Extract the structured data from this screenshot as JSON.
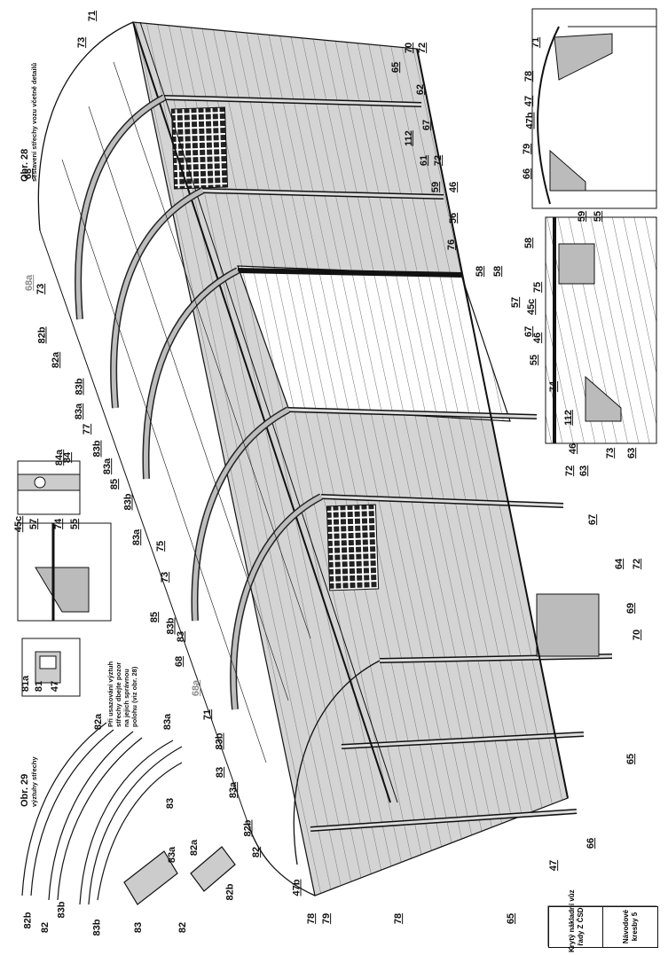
{
  "figure28": {
    "title": "Obr. 28",
    "subtitle": "sestavení střechy vozu včetně detailů"
  },
  "figure29": {
    "title": "Obr. 29",
    "subtitle": "výztuhy střechy"
  },
  "note": [
    "Při usazování výztuh",
    "střechy dbejte pozor",
    "na jejich správnou",
    "polohu (viz obr. 28)"
  ],
  "titleblock": {
    "left1": "Krytý nákladní vůz",
    "left2": "řady Z ČSD",
    "right1": "Návodové",
    "right2": "kresby 5"
  },
  "colors": {
    "panel": "#cfcfcf",
    "panel_dark": "#9a9a9a",
    "line": "#1a1a1a",
    "grey_label": "#8a8a8a"
  },
  "labels": [
    {
      "id": "71a",
      "t": "71"
    },
    {
      "id": "73a",
      "t": "73"
    },
    {
      "id": "70a",
      "t": "70"
    },
    {
      "id": "72a",
      "t": "72"
    },
    {
      "id": "65a",
      "t": "65"
    },
    {
      "id": "62a",
      "t": "62"
    },
    {
      "id": "67a",
      "t": "67"
    },
    {
      "id": "112a",
      "t": "112"
    },
    {
      "id": "61a",
      "t": "61"
    },
    {
      "id": "72b",
      "t": "72"
    },
    {
      "id": "59a",
      "t": "59"
    },
    {
      "id": "46a",
      "t": "46"
    },
    {
      "id": "56a",
      "t": "56"
    },
    {
      "id": "76a",
      "t": "76"
    },
    {
      "id": "58a",
      "t": "58"
    },
    {
      "id": "68a",
      "t": "68"
    },
    {
      "id": "68b",
      "t": "68a"
    },
    {
      "id": "73b",
      "t": "73"
    },
    {
      "id": "82b1",
      "t": "82b"
    },
    {
      "id": "82a1",
      "t": "82a"
    },
    {
      "id": "83b1",
      "t": "83b"
    },
    {
      "id": "83a1",
      "t": "83a"
    },
    {
      "id": "77a",
      "t": "77"
    },
    {
      "id": "83b2",
      "t": "83b"
    },
    {
      "id": "83a2",
      "t": "83a"
    },
    {
      "id": "85a",
      "t": "85"
    },
    {
      "id": "83b3",
      "t": "83b"
    },
    {
      "id": "83a3",
      "t": "83a"
    },
    {
      "id": "75a",
      "t": "75"
    },
    {
      "id": "73c",
      "t": "73"
    },
    {
      "id": "85b",
      "t": "85"
    },
    {
      "id": "83b4",
      "t": "83b"
    },
    {
      "id": "83a4",
      "t": "83"
    },
    {
      "id": "68c",
      "t": "68"
    },
    {
      "id": "68d",
      "t": "68a"
    },
    {
      "id": "71b",
      "t": "71"
    },
    {
      "id": "83b5",
      "t": "83b"
    },
    {
      "id": "83c",
      "t": "83"
    },
    {
      "id": "83a5",
      "t": "83a"
    },
    {
      "id": "82b2",
      "t": "82b"
    },
    {
      "id": "82c",
      "t": "82"
    },
    {
      "id": "47b1",
      "t": "47b"
    },
    {
      "id": "78a",
      "t": "78"
    },
    {
      "id": "79a",
      "t": "79"
    },
    {
      "id": "78b",
      "t": "78"
    },
    {
      "id": "65b",
      "t": "65"
    },
    {
      "id": "47a",
      "t": "47"
    },
    {
      "id": "66a",
      "t": "66"
    },
    {
      "id": "65c",
      "t": "65"
    },
    {
      "id": "70b",
      "t": "70"
    },
    {
      "id": "69a",
      "t": "69"
    },
    {
      "id": "72c",
      "t": "72"
    },
    {
      "id": "64a",
      "t": "64"
    },
    {
      "id": "67b",
      "t": "67"
    },
    {
      "id": "63a",
      "t": "63"
    },
    {
      "id": "72d",
      "t": "72"
    },
    {
      "id": "46b",
      "t": "46"
    },
    {
      "id": "112b",
      "t": "112"
    },
    {
      "id": "74a",
      "t": "74"
    },
    {
      "id": "55a",
      "t": "55"
    },
    {
      "id": "67c",
      "t": "67"
    },
    {
      "id": "45ca",
      "t": "45c"
    },
    {
      "id": "57a",
      "t": "57"
    },
    {
      "id": "58b",
      "t": "58"
    },
    {
      "id": "84aa",
      "t": "84a"
    },
    {
      "id": "84b",
      "t": "84"
    },
    {
      "id": "45cb",
      "t": "45c"
    },
    {
      "id": "57b",
      "t": "57"
    },
    {
      "id": "74b",
      "t": "74"
    },
    {
      "id": "55b",
      "t": "55"
    },
    {
      "id": "81aa",
      "t": "81a"
    },
    {
      "id": "81b",
      "t": "81"
    },
    {
      "id": "47c",
      "t": "47"
    },
    {
      "id": "82aa",
      "t": "82a"
    },
    {
      "id": "83ab",
      "t": "83a"
    },
    {
      "id": "83d",
      "t": "83"
    },
    {
      "id": "82bb",
      "t": "82b"
    },
    {
      "id": "82d",
      "t": "82"
    },
    {
      "id": "83bb",
      "t": "83b"
    },
    {
      "id": "83ac",
      "t": "83a"
    },
    {
      "id": "82ac",
      "t": "82a"
    },
    {
      "id": "83bc",
      "t": "83b"
    },
    {
      "id": "83e",
      "t": "83"
    },
    {
      "id": "82e",
      "t": "82"
    },
    {
      "id": "82bc",
      "t": "82b"
    },
    {
      "id": "71c",
      "t": "71"
    },
    {
      "id": "78c",
      "t": "78"
    },
    {
      "id": "47d",
      "t": "47"
    },
    {
      "id": "47be",
      "t": "47b"
    },
    {
      "id": "79b",
      "t": "79"
    },
    {
      "id": "66b",
      "t": "66"
    },
    {
      "id": "58c",
      "t": "58"
    },
    {
      "id": "59b",
      "t": "59"
    },
    {
      "id": "55c",
      "t": "55"
    },
    {
      "id": "75b",
      "t": "75"
    },
    {
      "id": "46c",
      "t": "46"
    },
    {
      "id": "73d",
      "t": "73"
    },
    {
      "id": "63b",
      "t": "63"
    }
  ]
}
